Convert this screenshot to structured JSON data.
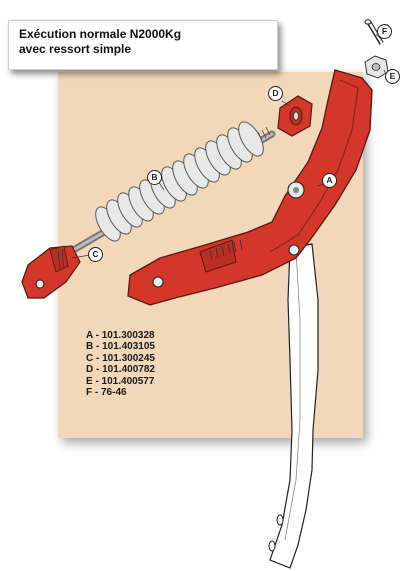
{
  "title": {
    "line1": "Exécution normale N2000Kg",
    "line2": "avec ressort simple"
  },
  "parts": [
    "A - 101.300328",
    "B - 101.403105",
    "C - 101.300245",
    "D - 101.400782",
    "E - 101.400577",
    "F - 76-46"
  ],
  "callouts": {
    "a": "A",
    "b": "B",
    "c": "C",
    "d": "D",
    "e": "E",
    "f": "F"
  },
  "colors": {
    "panel": "#f2d8b8",
    "red_part": "#d2372a",
    "spring": "#e6e6e6",
    "tine": "#ffffff"
  }
}
